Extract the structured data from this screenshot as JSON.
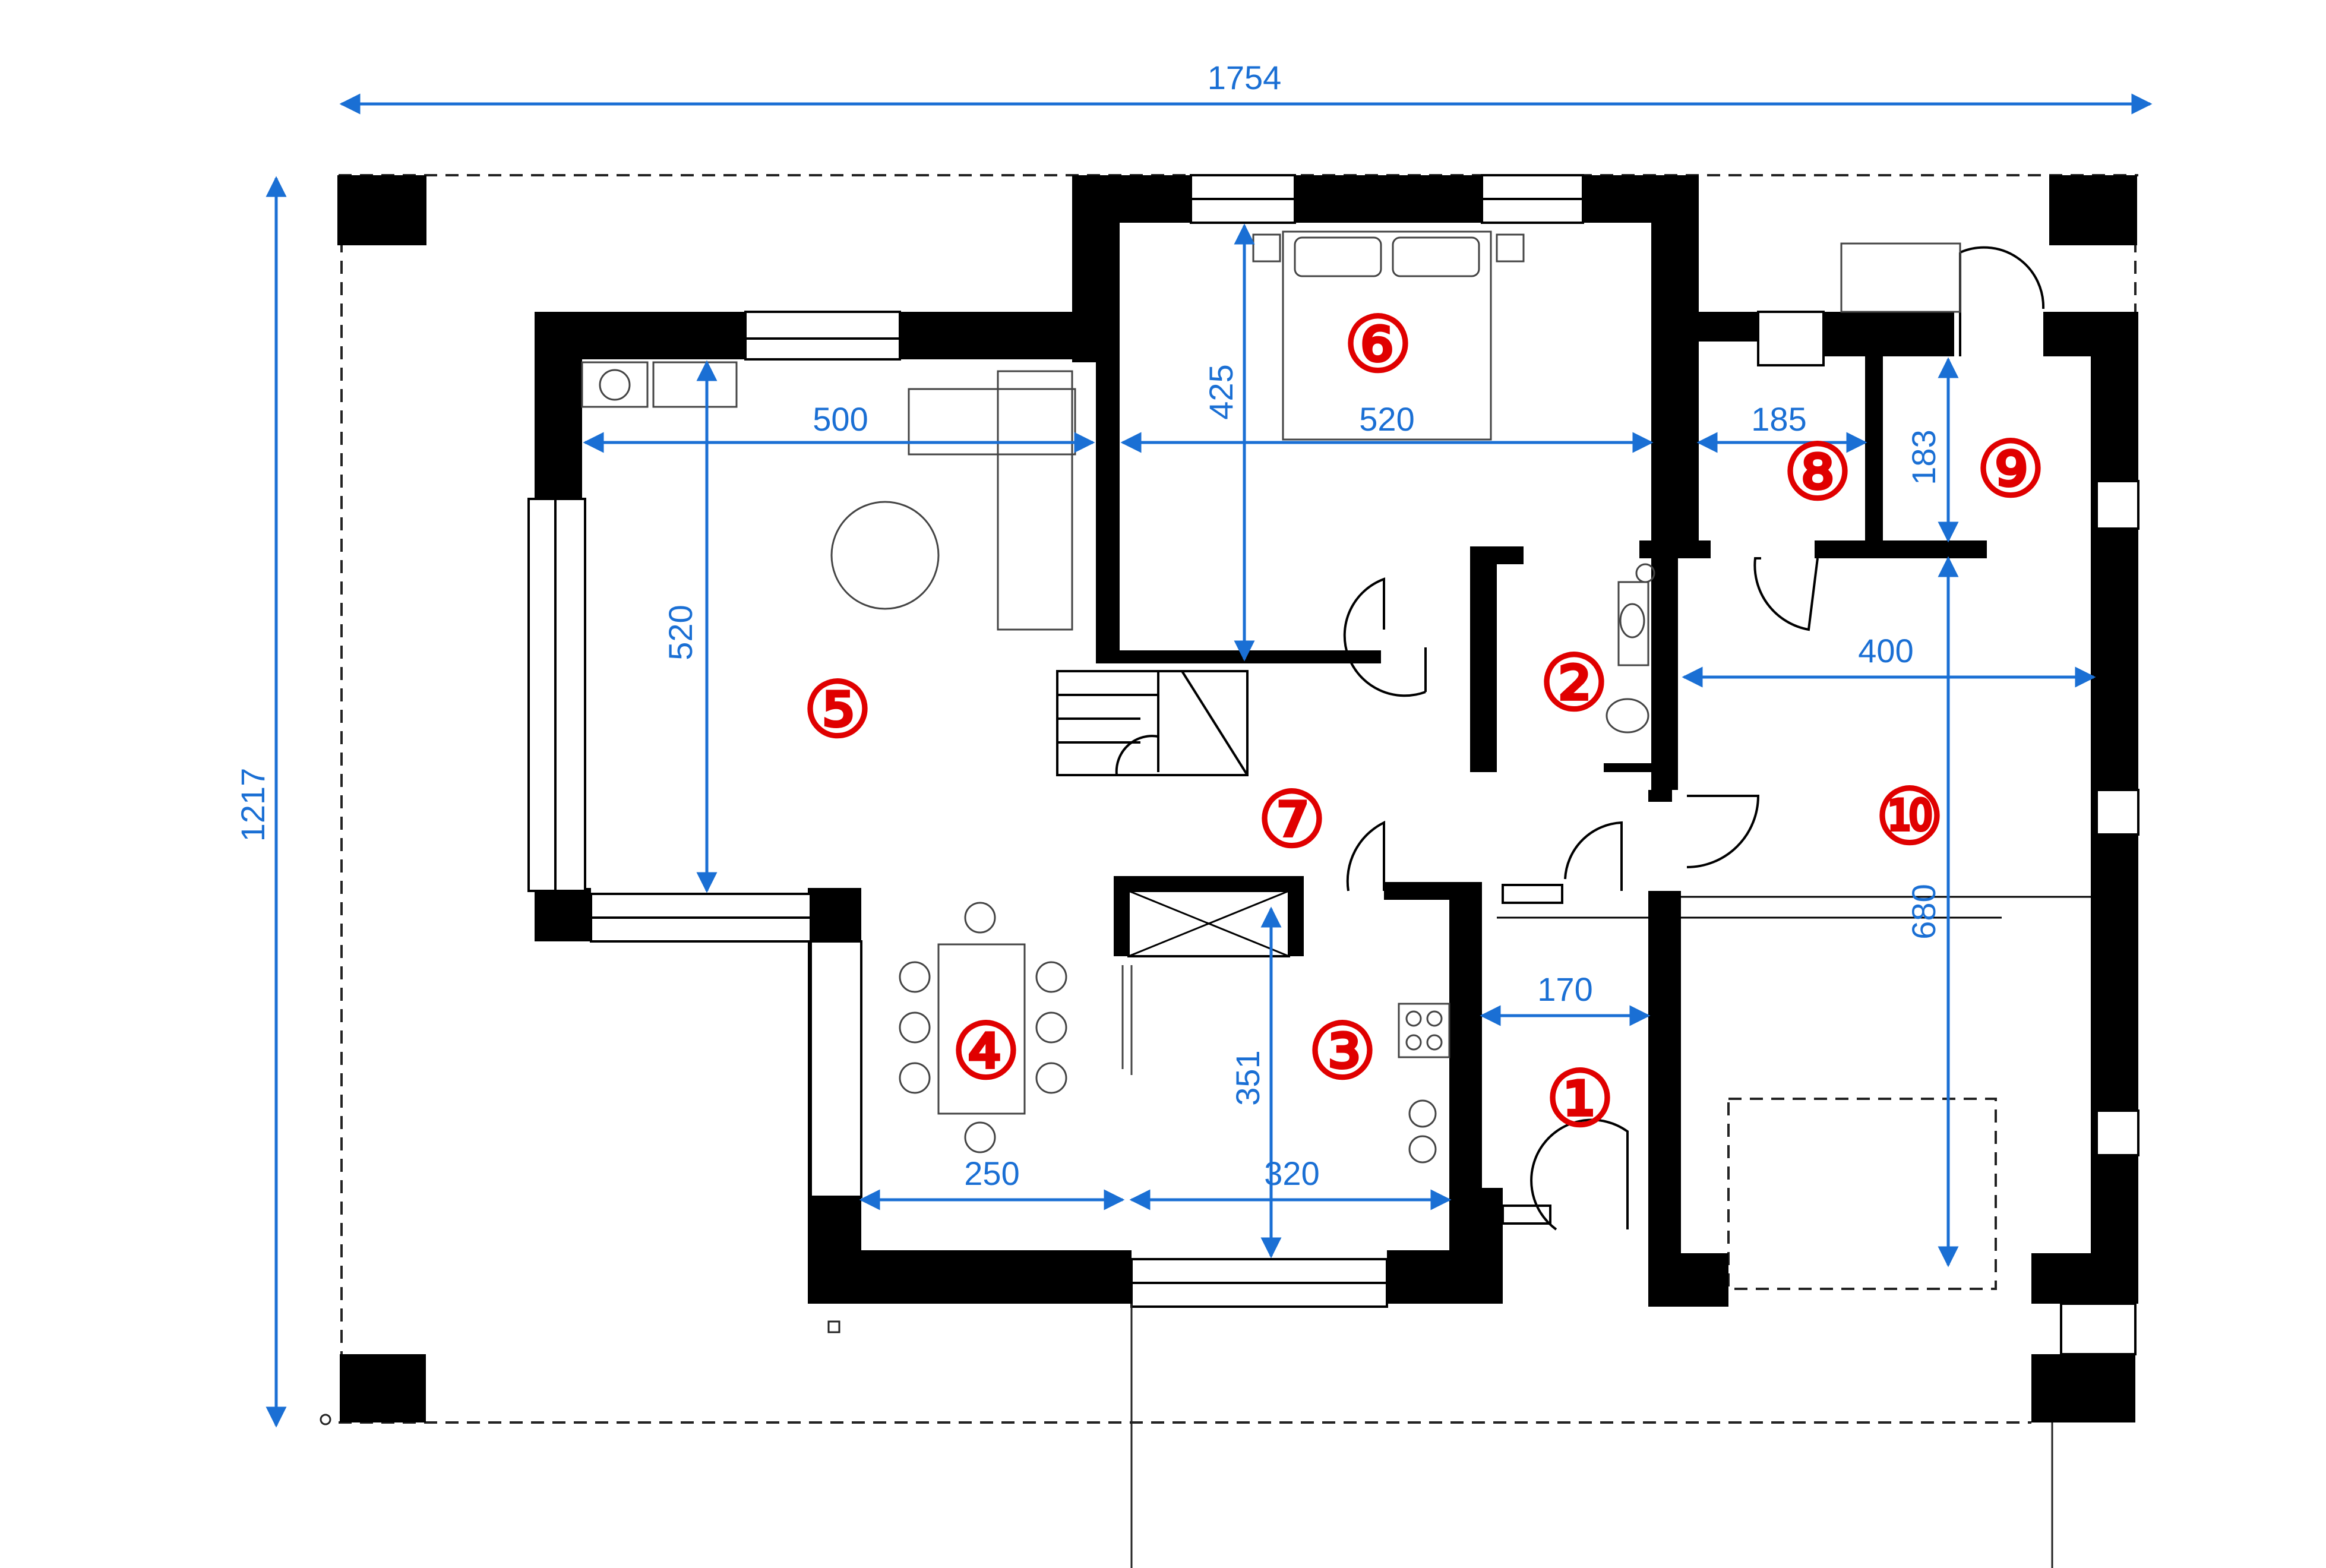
{
  "colors": {
    "wall": "#000000",
    "dimension": "#1a6fd4",
    "room_label": "#e00000",
    "thin_line": "#222222"
  },
  "dimensions": {
    "overall_width": "1754",
    "overall_height": "1217",
    "living_width": "500",
    "living_depth": "520",
    "bedroom_depth": "425",
    "bedroom_width": "520",
    "room8_width": "185",
    "room9_depth": "183",
    "room10_width": "400",
    "room10_depth": "680",
    "dining_width": "250",
    "kitchen_width": "320",
    "kitchen_depth": "351",
    "hall_width": "170"
  },
  "rooms": {
    "r1": "①",
    "r2": "②",
    "r3": "③",
    "r4": "④",
    "r5": "⑤",
    "r6": "⑥",
    "r7": "⑦",
    "r8": "⑧",
    "r9": "⑨",
    "r10": "⑩"
  }
}
